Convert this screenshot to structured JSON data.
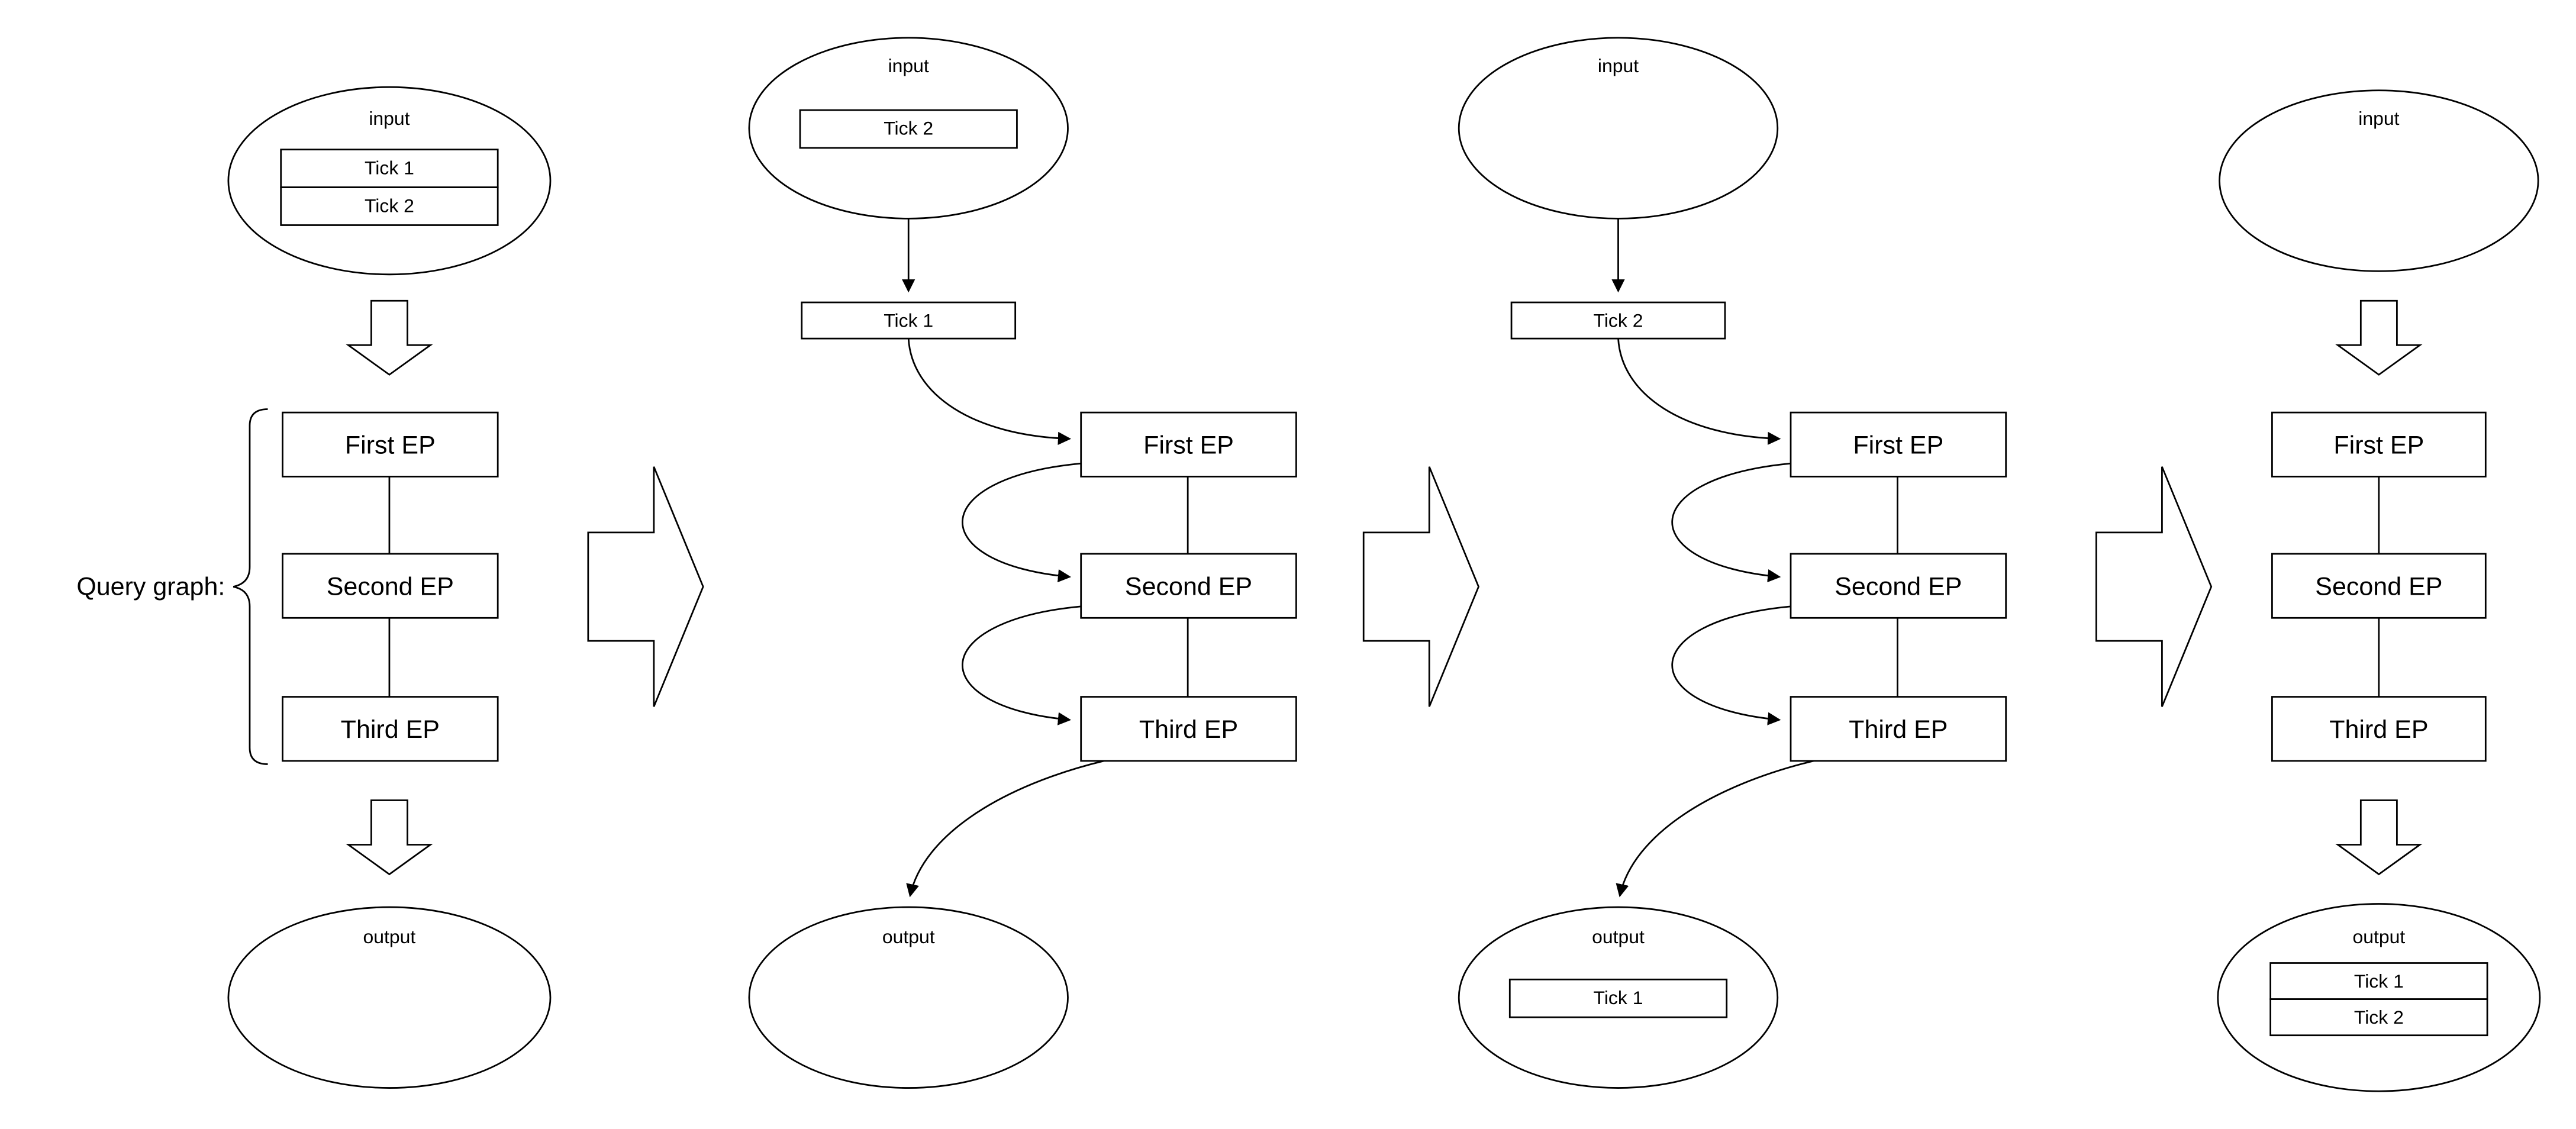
{
  "diagram": {
    "query_graph_label": "Query graph:",
    "stages": [
      {
        "input": {
          "label": "input",
          "ticks": [
            "Tick 1",
            "Tick 2"
          ]
        },
        "eps": [
          "First EP",
          "Second EP",
          "Third EP"
        ],
        "output": {
          "label": "output",
          "ticks": []
        }
      },
      {
        "input": {
          "label": "input",
          "ticks": [
            "Tick 2"
          ]
        },
        "pending_tick": "Tick 1",
        "eps": [
          "First EP",
          "Second EP",
          "Third EP"
        ],
        "output": {
          "label": "output",
          "ticks": []
        }
      },
      {
        "input": {
          "label": "input",
          "ticks": []
        },
        "pending_tick": "Tick 2",
        "eps": [
          "First EP",
          "Second EP",
          "Third EP"
        ],
        "output": {
          "label": "output",
          "ticks": [
            "Tick 1"
          ]
        }
      },
      {
        "input": {
          "label": "input",
          "ticks": []
        },
        "eps": [
          "First EP",
          "Second EP",
          "Third EP"
        ],
        "output": {
          "label": "output",
          "ticks": [
            "Tick 1",
            "Tick 2"
          ]
        }
      }
    ],
    "colors": {
      "stroke": "#000000",
      "fill": "#ffffff",
      "background": "#ffffff"
    }
  }
}
